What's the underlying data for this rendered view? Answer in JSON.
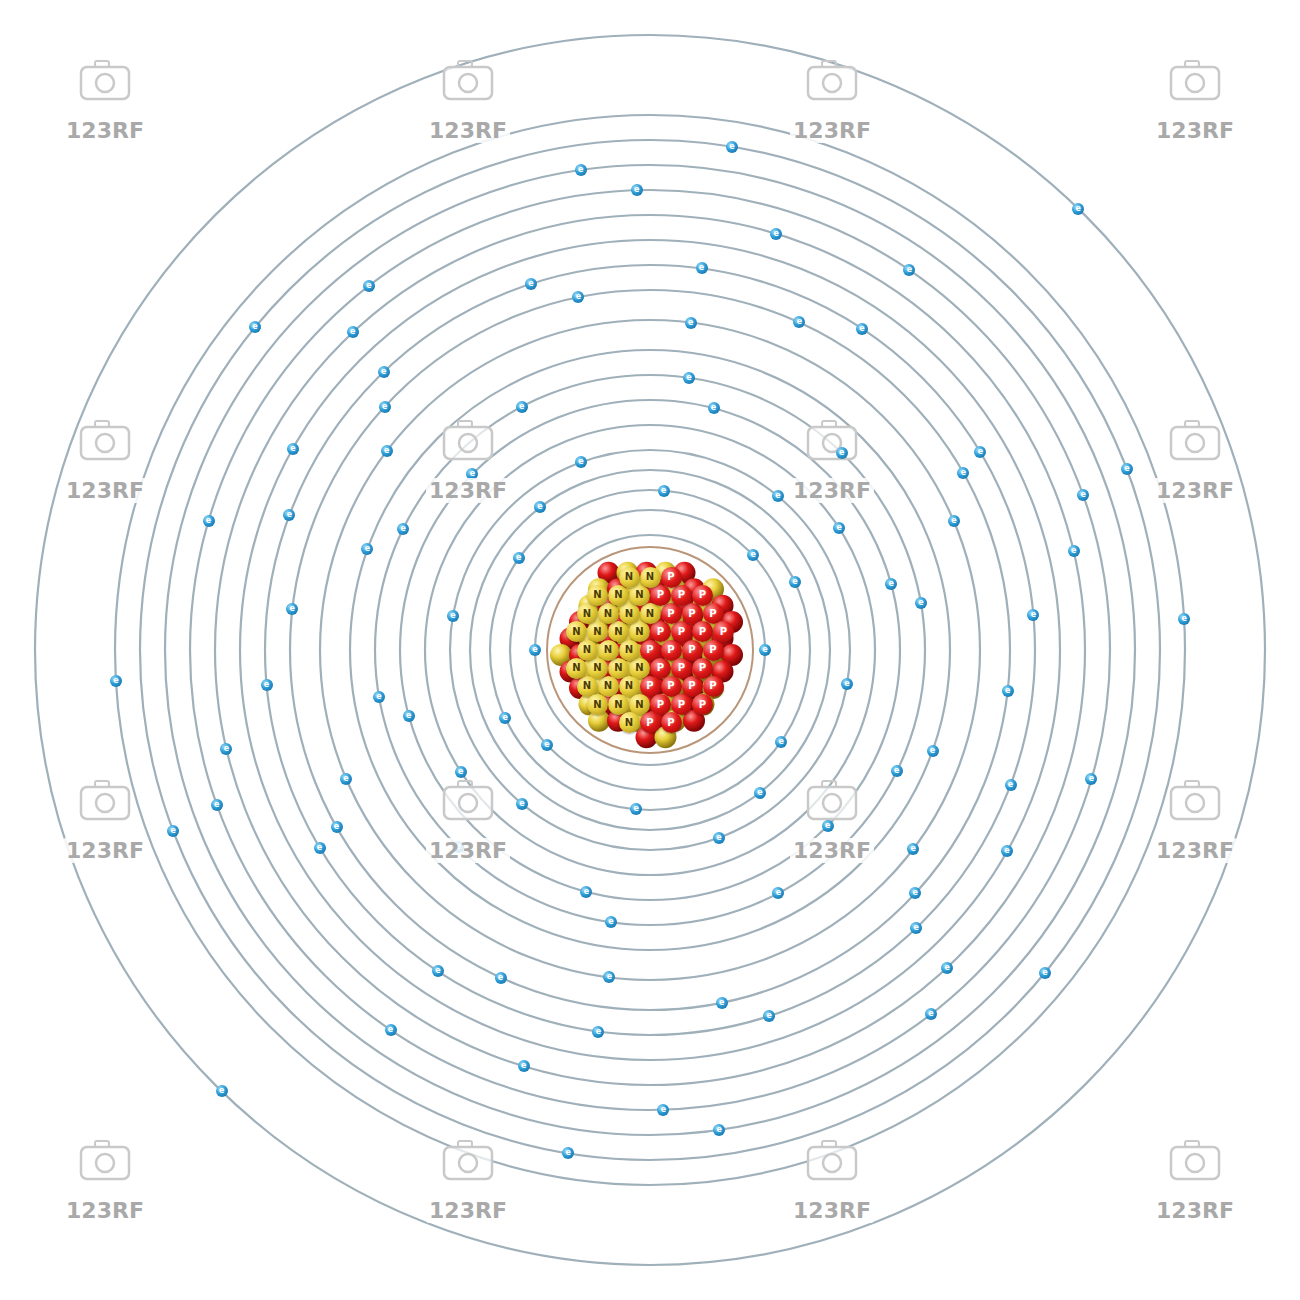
{
  "diagram": {
    "nodes": [
      {
        "text": [
          "P"
        ]
      },
      {
        "text": [
          "N"
        ]
      },
      {
        "text": [
          "P"
        ]
      },
      {
        "text": [
          "N"
        ]
      },
      {
        "text": [
          "P"
        ]
      },
      {
        "text": [
          "N"
        ]
      },
      {
        "text": [
          "P"
        ]
      },
      {
        "text": [
          "N"
        ]
      },
      {
        "text": [
          "P"
        ]
      },
      {
        "text": [
          "N"
        ]
      },
      {
        "text": [
          "P"
        ]
      },
      {
        "text": [
          "N"
        ]
      },
      {
        "text": [
          "P"
        ]
      },
      {
        "text": [
          "N"
        ]
      },
      {
        "text": [
          "P"
        ]
      },
      {
        "text": [
          "N"
        ]
      },
      {
        "text": [
          "P"
        ]
      },
      {
        "text": [
          "N"
        ]
      },
      {
        "text": [
          "P"
        ]
      },
      {
        "text": [
          "N"
        ]
      },
      {
        "text": [
          "P"
        ]
      },
      {
        "text": [
          "N"
        ]
      },
      {
        "text": [
          "P"
        ]
      },
      {
        "text": [
          "N"
        ]
      },
      {
        "text": [
          "P"
        ]
      },
      {
        "text": [
          "N"
        ]
      },
      {
        "text": [
          "P"
        ]
      },
      {
        "text": [
          "N"
        ]
      },
      {
        "text": [
          "P"
        ]
      },
      {
        "text": [
          "N"
        ]
      },
      {
        "text": [
          "P"
        ]
      },
      {
        "text": [
          "N"
        ]
      },
      {
        "text": [
          "P"
        ]
      },
      {
        "text": [
          "N"
        ]
      },
      {
        "text": [
          "P"
        ]
      },
      {
        "text": [
          "N"
        ]
      },
      {
        "text": [
          "P"
        ]
      },
      {
        "text": [
          "N"
        ]
      },
      {
        "text": [
          "P"
        ]
      },
      {
        "text": [
          "N"
        ]
      },
      {
        "text": [
          "P"
        ]
      },
      {
        "text": [
          "N"
        ]
      },
      {
        "text": [
          "P"
        ]
      },
      {
        "text": [
          "N"
        ]
      },
      {
        "text": [
          "P"
        ]
      },
      {
        "text": [
          "N"
        ]
      },
      {
        "text": [
          "P"
        ]
      },
      {
        "text": [
          "N"
        ]
      },
      {
        "text": [
          "P"
        ]
      },
      {
        "text": [
          "N"
        ]
      },
      {
        "text": [
          "P"
        ]
      },
      {
        "text": [
          "N"
        ]
      },
      {
        "text": [
          "P"
        ]
      },
      {
        "text": [
          "N"
        ]
      },
      {
        "text": [
          "e"
        ]
      },
      {
        "text": [
          "e"
        ]
      },
      {
        "text": [
          "e"
        ]
      },
      {
        "text": [
          "e"
        ]
      },
      {
        "text": [
          "e"
        ]
      },
      {
        "text": [
          "e"
        ]
      },
      {
        "text": [
          "e"
        ]
      },
      {
        "text": [
          "e"
        ]
      },
      {
        "text": [
          "e"
        ]
      },
      {
        "text": [
          "e"
        ]
      },
      {
        "text": [
          "e"
        ]
      },
      {
        "text": [
          "e"
        ]
      },
      {
        "text": [
          "e"
        ]
      },
      {
        "text": [
          "e"
        ]
      },
      {
        "text": [
          "e"
        ]
      },
      {
        "text": [
          "e"
        ]
      },
      {
        "text": [
          "e"
        ]
      },
      {
        "text": [
          "e"
        ]
      },
      {
        "text": [
          "e"
        ]
      },
      {
        "text": [
          "e"
        ]
      },
      {
        "text": [
          "e"
        ]
      },
      {
        "text": [
          "e"
        ]
      },
      {
        "text": [
          "e"
        ]
      },
      {
        "text": [
          "e"
        ]
      },
      {
        "text": [
          "e"
        ]
      },
      {
        "text": [
          "e"
        ]
      },
      {
        "text": [
          "e"
        ]
      },
      {
        "text": [
          "e"
        ]
      },
      {
        "text": [
          "e"
        ]
      },
      {
        "text": [
          "e"
        ]
      },
      {
        "text": [
          "e"
        ]
      },
      {
        "text": [
          "e"
        ]
      },
      {
        "text": [
          "e"
        ]
      },
      {
        "text": [
          "e"
        ]
      },
      {
        "text": [
          "e"
        ]
      },
      {
        "text": [
          "e"
        ]
      },
      {
        "text": [
          "e"
        ]
      },
      {
        "text": [
          "e"
        ]
      },
      {
        "text": [
          "e"
        ]
      },
      {
        "text": [
          "e"
        ]
      },
      {
        "text": [
          "e"
        ]
      },
      {
        "text": [
          "e"
        ]
      },
      {
        "text": [
          "e"
        ]
      },
      {
        "text": [
          "e"
        ]
      },
      {
        "text": [
          "e"
        ]
      },
      {
        "text": [
          "e"
        ]
      },
      {
        "text": [
          "e"
        ]
      },
      {
        "text": [
          "e"
        ]
      },
      {
        "text": [
          "e"
        ]
      },
      {
        "text": [
          "e"
        ]
      },
      {
        "text": [
          "e"
        ]
      },
      {
        "text": [
          "e"
        ]
      },
      {
        "text": [
          "e"
        ]
      },
      {
        "text": [
          "e"
        ]
      },
      {
        "text": [
          "e"
        ]
      },
      {
        "text": [
          "e"
        ]
      },
      {
        "text": [
          "e"
        ]
      },
      {
        "text": [
          "e"
        ]
      },
      {
        "text": [
          "e"
        ]
      },
      {
        "text": [
          "e"
        ]
      },
      {
        "text": [
          "e"
        ]
      },
      {
        "text": [
          "e"
        ]
      },
      {
        "text": [
          "e"
        ]
      },
      {
        "text": [
          "e"
        ]
      },
      {
        "text": [
          "e"
        ]
      },
      {
        "text": [
          "e"
        ]
      },
      {
        "text": [
          "e"
        ]
      },
      {
        "text": [
          "e"
        ]
      },
      {
        "text": [
          "e"
        ]
      },
      {
        "text": [
          "e"
        ]
      },
      {
        "text": [
          "e"
        ]
      },
      {
        "text": [
          "e"
        ]
      },
      {
        "text": [
          "e"
        ]
      },
      {
        "text": [
          "e"
        ]
      },
      {
        "text": [
          "e"
        ]
      },
      {
        "text": [
          "e"
        ]
      },
      {
        "text": [
          "e"
        ]
      },
      {
        "text": [
          "e"
        ]
      },
      {
        "text": [
          "e"
        ]
      },
      {
        "text": [
          "e"
        ]
      },
      {
        "text": [
          "e"
        ]
      },
      {
        "text": [
          "e"
        ]
      },
      {
        "text": [
          "e"
        ]
      },
      {
        "text": [
          "e"
        ]
      },
      {
        "text": [
          "e"
        ]
      },
      {
        "text": [
          "e"
        ]
      },
      {
        "text": [
          "e"
        ]
      },
      {
        "text": [
          "e"
        ]
      },
      {
        "text": [
          "e"
        ]
      },
      {
        "text": [
          "e"
        ]
      },
      {
        "text": [
          "e"
        ]
      },
      {
        "text": [
          "e"
        ]
      },
      {
        "text": [
          "e"
        ]
      },
      {
        "text": [
          "e"
        ]
      },
      {
        "text": [
          "e"
        ]
      },
      {
        "text": [
          "e"
        ]
      },
      {
        "text": [
          "e"
        ]
      },
      {
        "text": [
          "e"
        ]
      }
    ],
    "labels": [
      "123RF",
      "123RF",
      "123RF",
      "123RF",
      "123RF",
      "123RF",
      "123RF",
      "123RF",
      "123RF",
      "123RF",
      "123RF",
      "123RF",
      "123RF",
      "123RF",
      "123RF",
      "123RF"
    ]
  }
}
